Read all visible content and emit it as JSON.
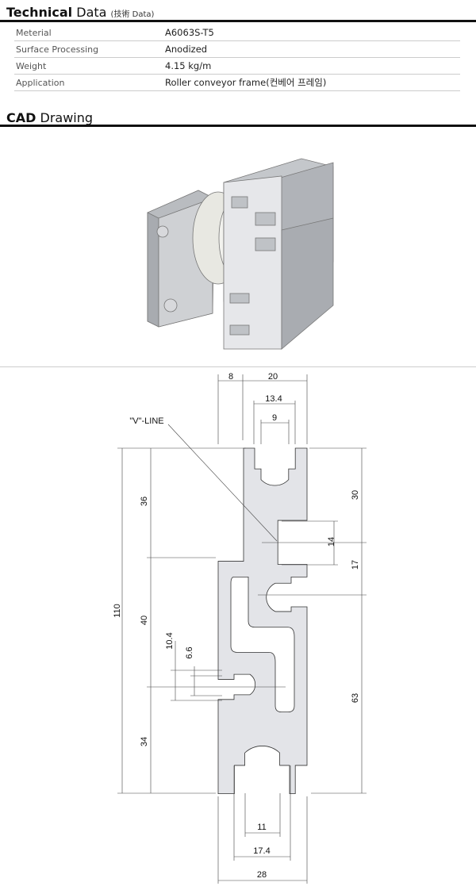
{
  "technical": {
    "title_main": "Technical",
    "title_rest": "Data",
    "title_sub": "(技術 Data)",
    "rows": [
      {
        "label": "Meterial",
        "value": "A6063S-T5"
      },
      {
        "label": "Surface Processing",
        "value": "Anodized"
      },
      {
        "label": "Weight",
        "value": "4.15 kg/m"
      },
      {
        "label": "Application",
        "value": "Roller conveyor frame(컨베어 프레임)"
      }
    ]
  },
  "cad": {
    "title_main": "CAD",
    "title_rest": "Drawing"
  },
  "drawing": {
    "v_line": "\"V\"-LINE",
    "dims": {
      "d8": "8",
      "d20": "20",
      "d13_4": "13.4",
      "d9": "9",
      "d36": "36",
      "d110": "110",
      "d40": "40",
      "d10_4": "10.4",
      "d6_6": "6.6",
      "d34": "34",
      "d30": "30",
      "d14": "14",
      "d17": "17",
      "d63": "63",
      "d11": "11",
      "d17_4": "17.4",
      "d28": "28"
    }
  },
  "colors": {
    "profile_fill": "#e3e4e8",
    "line": "#333333"
  }
}
